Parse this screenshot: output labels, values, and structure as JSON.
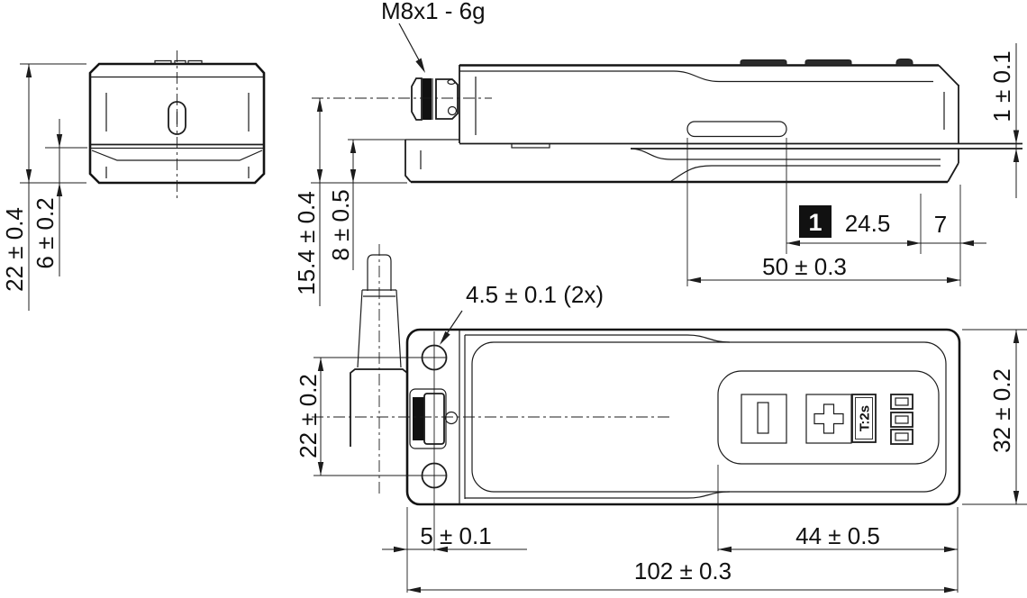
{
  "labels": {
    "connector_thread": "M8x1 - 6g",
    "position_marker": "1"
  },
  "front_view": {
    "overall_height": "22 ± 0.4",
    "base_height": "6 ± 0.2"
  },
  "side_view": {
    "connector_axis_height": "15.4 ± 0.4",
    "base_height": "8 ± 0.5",
    "gap": "1 ± 0.1",
    "marker_offset": "24.5",
    "edge_offset": "7",
    "marker_span": "50 ± 0.3"
  },
  "bottom_view": {
    "mounting_holes": "4.5 ± 0.1 (2x)",
    "hole_spacing": "22 ± 0.2",
    "overall_width": "32 ± 0.2",
    "hole_to_edge": "5 ± 0.1",
    "panel_span": "44 ± 0.5",
    "overall_length": "102 ± 0.3",
    "teach_time_label": "T:2s"
  }
}
